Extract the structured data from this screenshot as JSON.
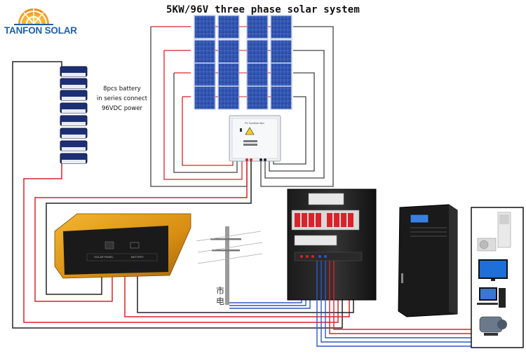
{
  "title": "5KW/96V three phase solar system",
  "brand": {
    "name": "TANFON SOLAR"
  },
  "battery": {
    "count": 8,
    "note": [
      "8pcs battery",
      "in series connect",
      "96VDC power"
    ]
  },
  "controller": {
    "solar_label": "SOLAR PANEL",
    "battery_label": "BATTERY"
  },
  "grid": {
    "label": [
      "市",
      "电"
    ]
  },
  "combiner_box": {
    "label": "PV Combiner Box"
  },
  "solar_panels": {
    "rows": 4,
    "columns": 4
  },
  "loads": [
    "air-conditioner",
    "television",
    "computer",
    "motor"
  ],
  "colors": {
    "positive": "#d9232b",
    "negative": "#222222",
    "ac_line": "#2f57c8",
    "brand_blue": "#1f5fa6",
    "sun_orange": "#f39a1d"
  }
}
